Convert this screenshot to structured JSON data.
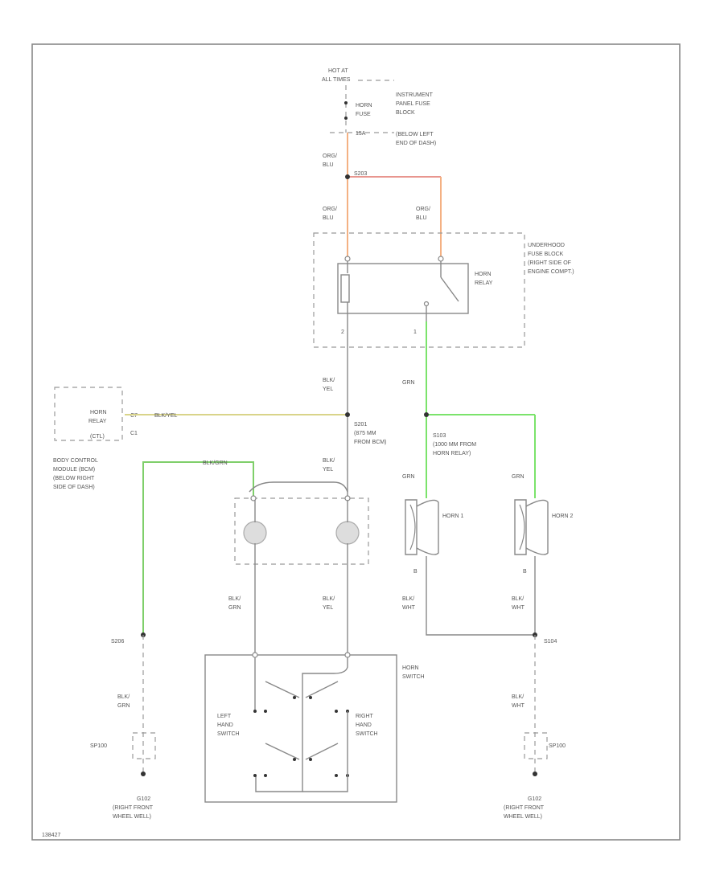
{
  "colors": {
    "orange_wire": "#f4b183",
    "red_wire": "#e0746a",
    "green_wire": "#7be36b",
    "yellow_wire": "#d9d48a",
    "green_dark_wire": "#7fcf6a",
    "line": "#888888",
    "text": "#555555"
  },
  "labels": {
    "hot_at": "HOT AT",
    "all_times": "ALL TIMES",
    "horn_fuse_1": "HORN",
    "horn_fuse_2": "FUSE",
    "fuse_amp": "15A",
    "ip_fuse_1": "INSTRUMENT",
    "ip_fuse_2": "PANEL FUSE",
    "ip_fuse_3": "BLOCK",
    "ip_fuse_4": "(BELOW LEFT",
    "ip_fuse_5": "END OF DASH)",
    "w1_1": "ORG/",
    "w1_2": "BLU",
    "s203": "S203",
    "w2_1": "ORG/",
    "w2_2": "BLU",
    "w3_1": "ORG/",
    "w3_2": "BLU",
    "ufb_1": "UNDERHOOD",
    "ufb_2": "FUSE BLOCK",
    "ufb_3": "(RIGHT SIDE OF",
    "ufb_4": "ENGINE COMPT.)",
    "horn_relay_1": "HORN",
    "horn_relay_2": "RELAY",
    "pin_left": "2",
    "pin_right": "1",
    "w4_1": "BLK/",
    "w4_2": "YEL",
    "w5": "GRN",
    "hr_ctl_1": "HORN",
    "hr_ctl_2": "RELAY",
    "hr_ctl_3": "(CTL)",
    "pin_c7": "C7",
    "pin_c1": "C1",
    "yel_wire": "BLK/YEL",
    "s201_1": "S201",
    "s201_2": "(875 MM",
    "s201_3": "FROM BCM)",
    "s103_1": "S103",
    "s103_2": "(1000 MM FROM",
    "s103_3": "HORN RELAY)",
    "bcm_1": "BODY CONTROL",
    "bcm_2": "MODULE (BCM)",
    "bcm_3": "(BELOW RIGHT",
    "bcm_4": "SIDE OF DASH)",
    "blkgrn_wire": "BLK/GRN",
    "w6_1": "BLK/",
    "w6_2": "YEL",
    "grn_h1": "GRN",
    "grn_h2": "GRN",
    "horn1": "HORN 1",
    "horn2": "HORN 2",
    "pin_b1": "B",
    "pin_b2": "B",
    "w7_1": "BLK/",
    "w7_2": "GRN",
    "w8_1": "BLK/",
    "w8_2": "YEL",
    "w9_1": "BLK/",
    "w9_2": "WHT",
    "w10_1": "BLK/",
    "w10_2": "WHT",
    "s206": "S206",
    "s104": "S104",
    "horn_switch_1": "HORN",
    "horn_switch_2": "SWITCH",
    "left_hand_1": "LEFT",
    "left_hand_2": "HAND",
    "left_hand_3": "SWITCH",
    "right_hand_1": "RIGHT",
    "right_hand_2": "HAND",
    "right_hand_3": "SWITCH",
    "w11_1": "BLK/",
    "w11_2": "GRN",
    "w12_1": "BLK/",
    "w12_2": "WHT",
    "sp100_l": "SP100",
    "sp100_r": "SP100",
    "g102_l_1": "G102",
    "g102_l_2": "(RIGHT FRONT",
    "g102_l_3": "WHEEL WELL)",
    "g102_r_1": "G102",
    "g102_r_2": "(RIGHT FRONT",
    "g102_r_3": "WHEEL WELL)",
    "ref": "138427"
  }
}
